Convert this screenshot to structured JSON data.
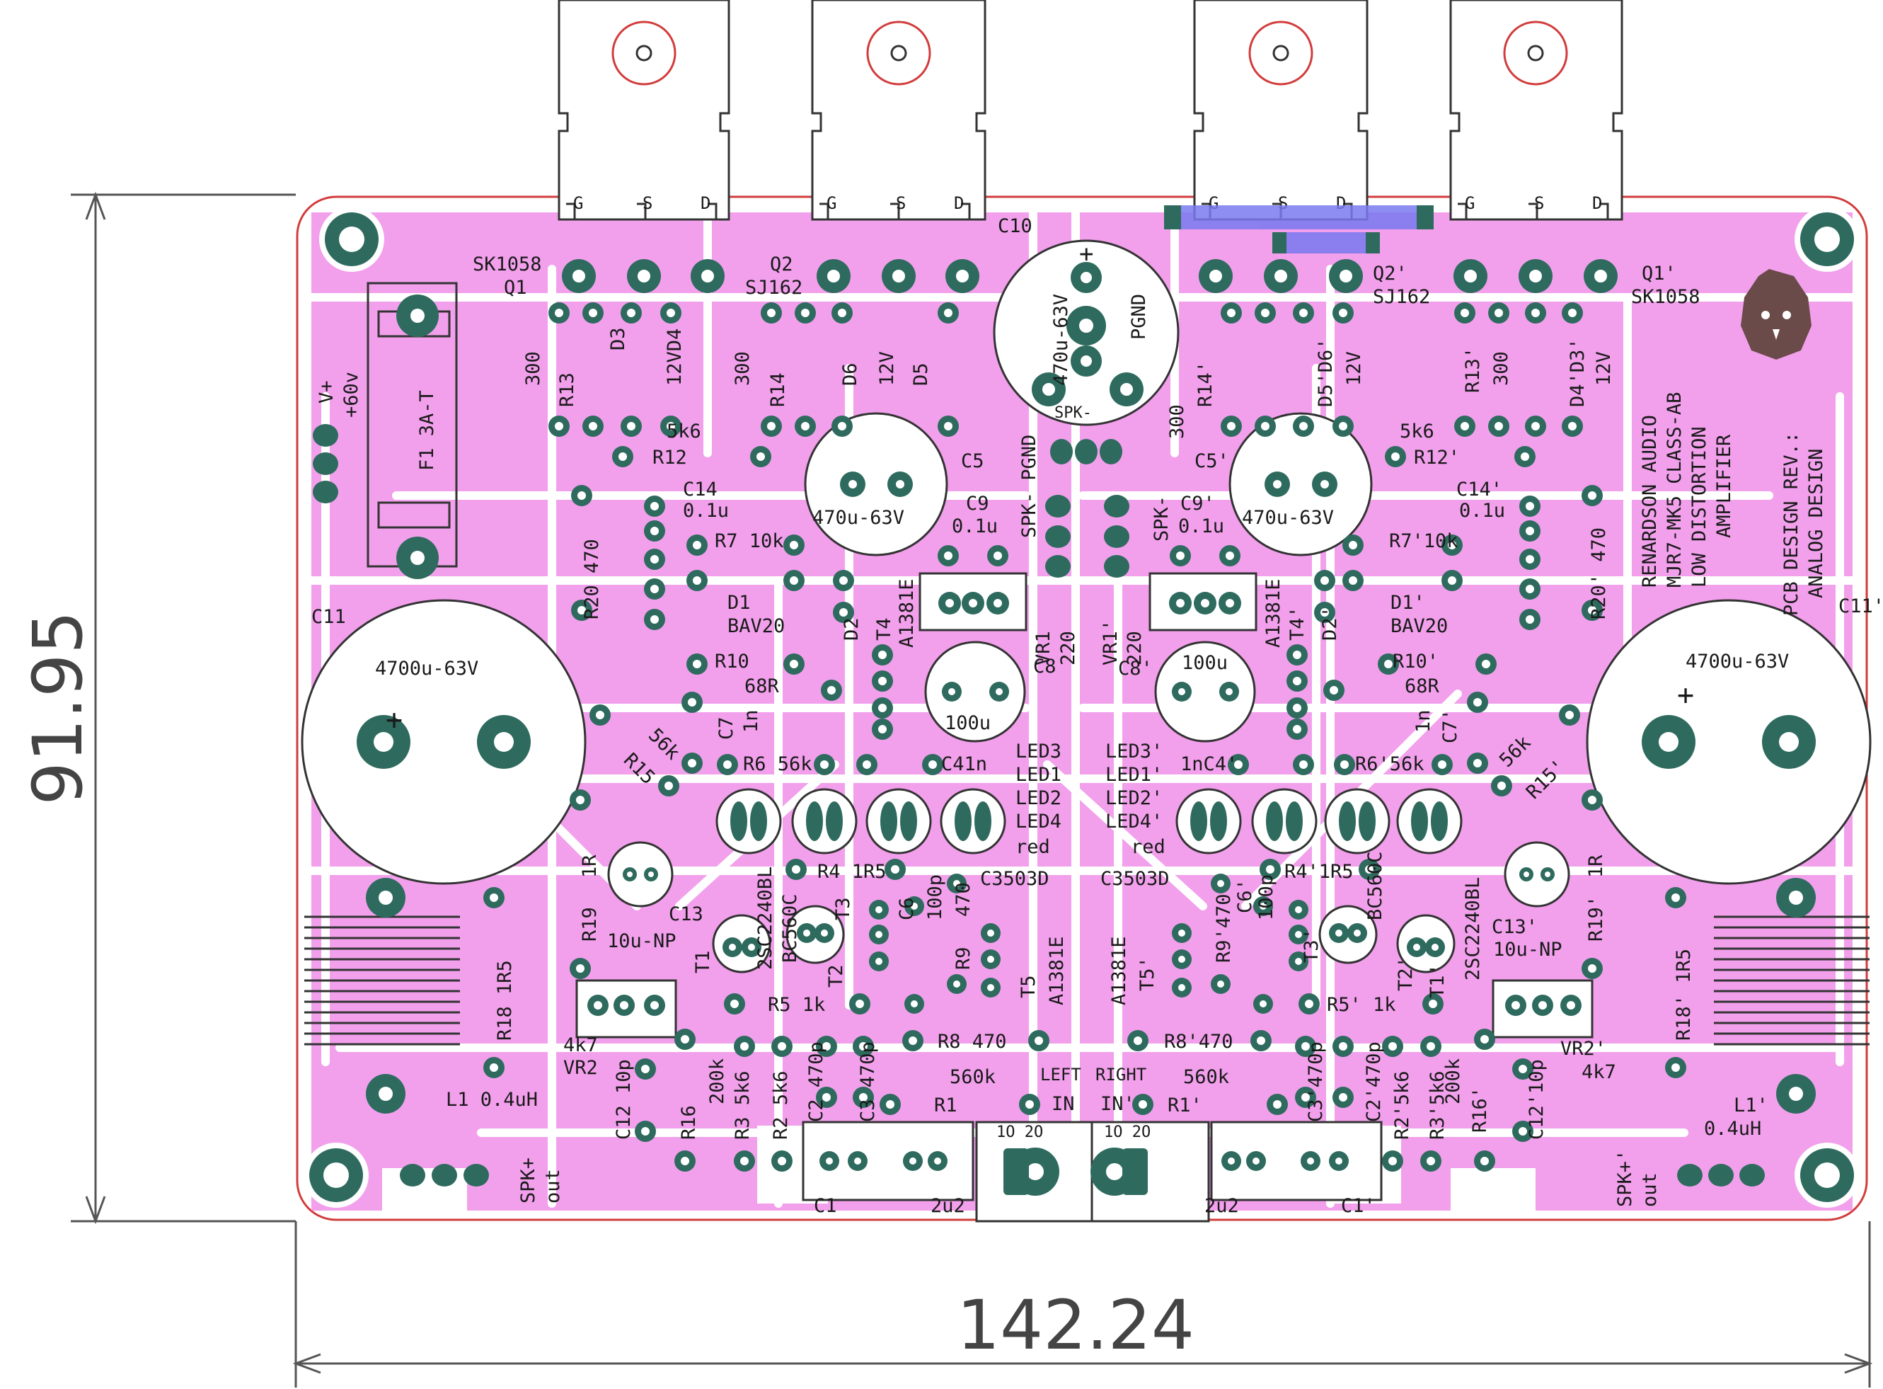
{
  "dimensions": {
    "width_mm": "91.95",
    "length_mm": "142.24"
  },
  "board": {
    "title_lines": [
      "RENARDSON AUDIO",
      "MJR7-MK5 CLASS-AB",
      "LOW DISTORTION",
      "AMPLIFIER"
    ],
    "design_lines": [
      "PCB DESIGN REV.:",
      "ANALOG DESIGN"
    ],
    "colors": {
      "copper": "#f2a0ec",
      "pad": "#2e6b5e",
      "outline": "#d23c3c",
      "highlight": "#7a7af0"
    }
  },
  "transistor_pins": [
    "G",
    "S",
    "D"
  ],
  "labels": {
    "sk1058": "SK1058",
    "q1": "Q1",
    "q2": "Q2",
    "sj162": "SJ162",
    "c10": "C10",
    "c10_val": "470u-63V",
    "pgnd": "PGND",
    "plus": "+",
    "q2p": "Q2'",
    "q1p": "Q1'",
    "r13": "R13",
    "r13_val": "300",
    "d3": "D3",
    "d4": "12VD4",
    "r14": "R14",
    "r14_val": "300",
    "d6": "D6",
    "d6_val": "12V",
    "d5": "D5",
    "r14p": "R14'",
    "r14p_val": "300",
    "d5p": "D5'D6'",
    "d5p_val": "12V",
    "r13p": "R13'",
    "r13p_val": "300",
    "d4p": "D4'D3'",
    "d4p_val": "12V",
    "vplus": "V+",
    "v60": "+60v",
    "f1": "F1 3A-T",
    "spk_minus": "SPK-",
    "r12": "R12",
    "r12_val": "5k6",
    "c5": "C5",
    "c5_val": "470u-63V",
    "spk_pgnd": "SPK- PGND",
    "c5p": "C5'",
    "c5p_val": "470u-63V",
    "r12p": "R12'",
    "r12p_val": "5k6",
    "c14": "C14",
    "c14_val": "0.1u",
    "r7": "R7 10k",
    "c9": "C9",
    "c9_val": "0.1u",
    "spk": "SPK-",
    "c9p": "C9'",
    "c9p_val": "0.1u",
    "r7p": "R7'10k",
    "c14p": "C14'",
    "c14p_val": "0.1u",
    "r20": "R20 470",
    "d1": "D1",
    "bav20": "BAV20",
    "d2": "D2",
    "t4": "T4",
    "a1381e": "A1381E",
    "vr1": "VR1",
    "vr1_val": "220",
    "vr1p": "VR1'",
    "vr1p_val": "220",
    "t4p": "T4'",
    "d2p": "D2'",
    "d1p": "D1'",
    "bav20p": "BAV20",
    "r20p": "R20' 470",
    "c11": "C11",
    "c11_val": "4700u-63V",
    "c11p": "C11'",
    "c11p_val": "4700u-63V",
    "r10": "R10",
    "r10_val": "68R",
    "c8": "C8",
    "c8_val": "100u",
    "c8p": "C8'",
    "c8p_val": "100u",
    "r10p": "R10'",
    "r10p_val": "68R",
    "c7": "C7",
    "c7_val": "1n",
    "c7p": "C7'",
    "c7p_val": "1n",
    "r15": "R15",
    "r15_val": "56k",
    "r15p": "R15'",
    "r15p_val": "56k",
    "r6": "R6 56k",
    "c4": "C41n",
    "c4p": "1nC4'",
    "r6p": "R6'56k",
    "leds_l": [
      "LED3",
      "LED1",
      "LED2",
      "LED4",
      "red"
    ],
    "leds_r": [
      "LED3'",
      "LED1'",
      "LED2'",
      "LED4'",
      "red"
    ],
    "r4": "R4 1R5",
    "c3503": "C3503D",
    "c3503p": "C3503D",
    "r4p": "R4'1R5",
    "r19": "R19",
    "r19_val": "1R",
    "r19p": "R19'",
    "r19p_val": "1R",
    "c13": "C13",
    "c13_val": "10u-NP",
    "c13p": "C13'",
    "c13p_val": "10u-NP",
    "t1": "T1",
    "t1_val": "2SC2240BL",
    "t2": "T2",
    "t2_val": "BC560C",
    "t3": "T3",
    "c6": "C6",
    "c6_val": "100p",
    "r9": "R9",
    "r9_val": "470",
    "t5": "T5",
    "t5_val": "A1381E",
    "t5p": "T5'",
    "t5p_val": "A1381E",
    "r9p": "R9'470",
    "c6p": "C6'",
    "c6p_val": "100p",
    "t3p": "T3'",
    "t2p": "T2'",
    "t2p_val": "BC560C",
    "t1p": "T1'",
    "t1p_val": "2SC2240BL",
    "r18": "R18 1R5",
    "r18p": "R18' 1R5",
    "r5": "R5 1k",
    "r5p": "R5' 1k",
    "r8": "R8 470",
    "r8p": "R8'470",
    "vr2": "VR2",
    "vr2_val": "4k7",
    "vr2p": "VR2'",
    "vr2p_val": "4k7",
    "l1": "L1 0.4uH",
    "l1p": "L1'",
    "l1p_val": "0.4uH",
    "c12": "C12 10p",
    "c12p": "C12'10p",
    "r16": "R16",
    "r16_val": "200k",
    "r16p": "R16'",
    "r16p_val": "200k",
    "r3": "R3 5k6",
    "r2": "R2 5k6",
    "c2": "C2 470p",
    "c3": "C3 470p",
    "c3p": "C3'470p",
    "c2p": "C2'470p",
    "r2p": "R2'5k6",
    "r3p": "R3'5k6",
    "r1": "R1",
    "r1_val": "560k",
    "r1p": "R1'",
    "r1p_val": "560k",
    "left": "LEFT",
    "right": "RIGHT",
    "in": "IN",
    "inp": "IN'",
    "c1": "C1",
    "c1_val": "2u2",
    "c1p": "C1'",
    "c1p_val": "2u2",
    "gnd_pins": "1O  2O",
    "spk_out": "SPK+",
    "out": "out",
    "spk_out_p": "SPK+'",
    "out_p": "out"
  }
}
